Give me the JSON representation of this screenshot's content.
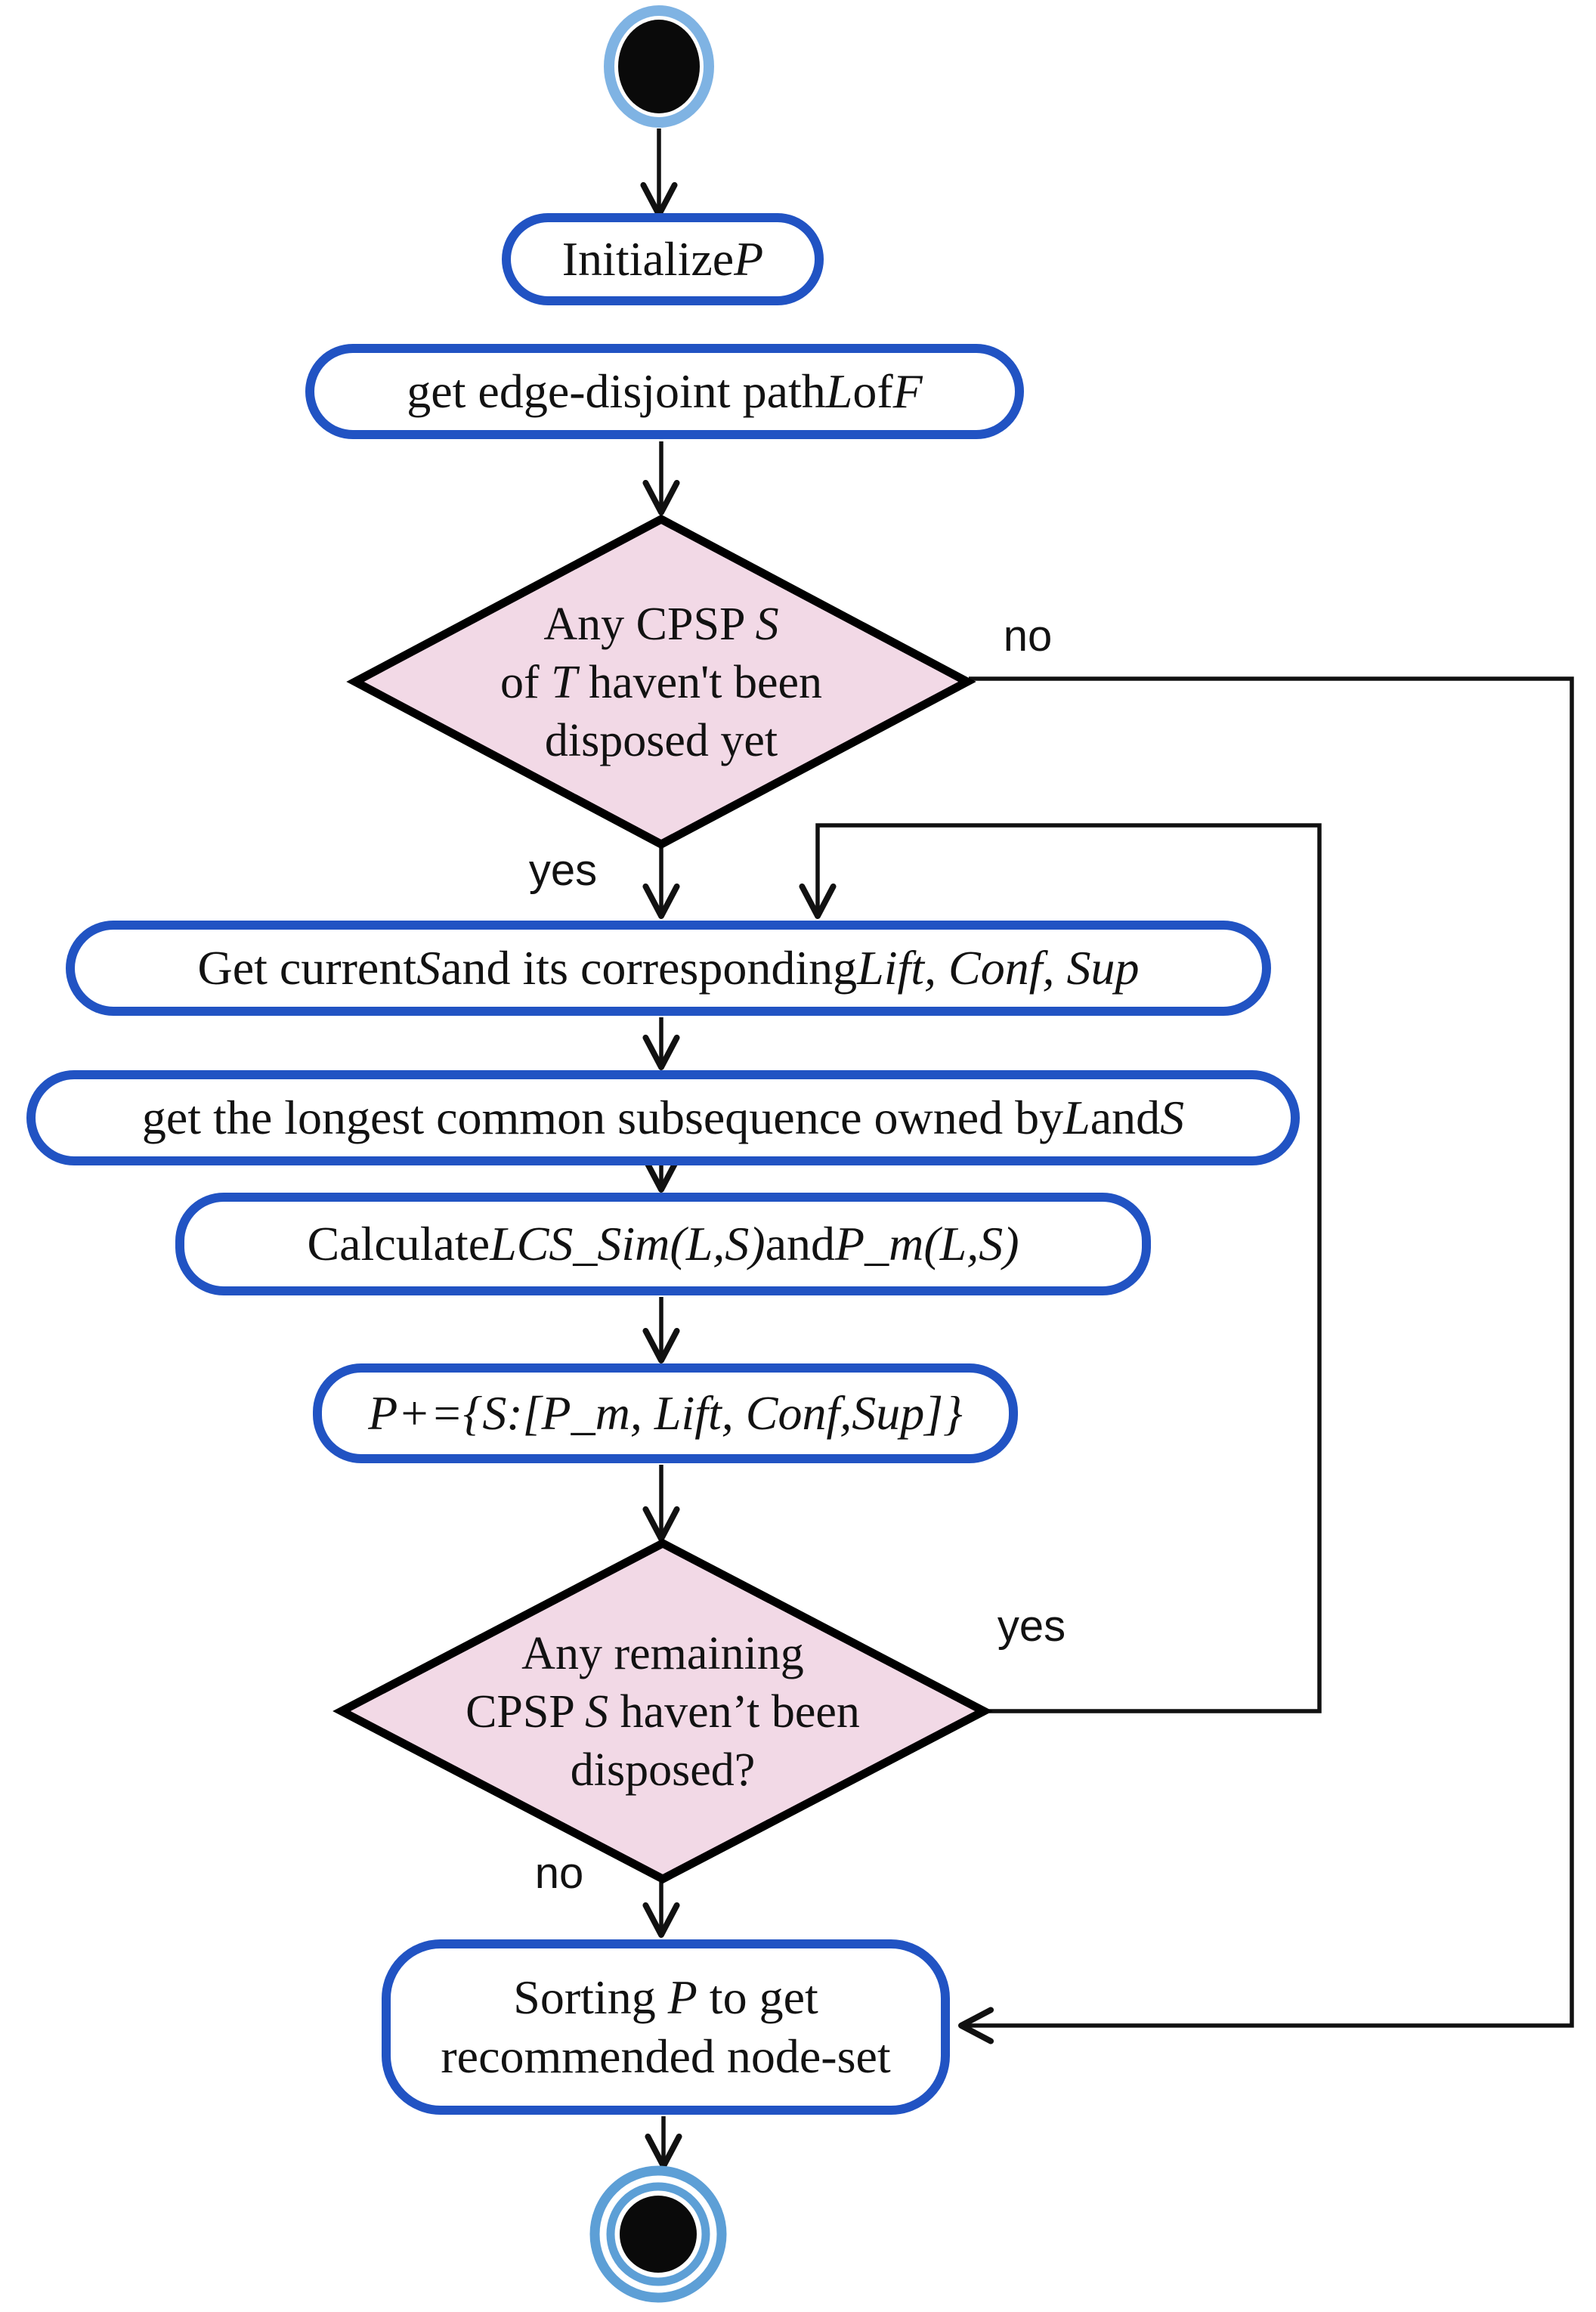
{
  "diagram": {
    "title_hint": "Activity flowchart for CPSP recommendation algorithm",
    "colors": {
      "process_border_blue": "#2153c3",
      "decision_fill_pink": "#f2d9e6",
      "decision_border": "#000000",
      "start_ring_blue": "#7fb3e3",
      "end_ring_blue": "#5d9fd6",
      "connector": "#111111",
      "text": "#121212",
      "background": "#ffffff"
    },
    "nodes": {
      "start": {
        "type": "initial-node"
      },
      "initialize": {
        "segments": [
          {
            "t": "Initialize "
          },
          {
            "t": "P",
            "i": 1
          }
        ]
      },
      "edge_disjoint": {
        "segments": [
          {
            "t": "get edge-disjoint path "
          },
          {
            "t": "L",
            "i": 1
          },
          {
            "t": " of "
          },
          {
            "t": "F",
            "i": 1
          }
        ]
      },
      "decision1": {
        "line1": [
          {
            "t": "Any CPSP "
          },
          {
            "t": "S",
            "i": 1
          }
        ],
        "line2": [
          {
            "t": "of "
          },
          {
            "t": "T",
            "i": 1
          },
          {
            "t": " haven't been"
          }
        ],
        "line3": [
          {
            "t": "disposed yet"
          }
        ]
      },
      "get_current": {
        "segments": [
          {
            "t": "Get current "
          },
          {
            "t": "S",
            "i": 1
          },
          {
            "t": " and its corresponding "
          },
          {
            "t": "Lift, Conf, Sup",
            "i": 1
          }
        ]
      },
      "longest_subsequence": {
        "segments": [
          {
            "t": "get the longest common subsequence owned by "
          },
          {
            "t": "L",
            "i": 1
          },
          {
            "t": " and "
          },
          {
            "t": "S",
            "i": 1
          }
        ]
      },
      "calculate": {
        "segments": [
          {
            "t": "Calculate "
          },
          {
            "t": "LCS_Sim(L,S)",
            "i": 1
          },
          {
            "t": " and  "
          },
          {
            "t": "P_m(L,S)",
            "i": 1
          }
        ]
      },
      "accumulate": {
        "segments": [
          {
            "t": "P+={S:[P_m, Lift, Conf,Sup]}",
            "i": 1
          }
        ]
      },
      "decision2": {
        "line1": [
          {
            "t": "Any remaining"
          }
        ],
        "line2": [
          {
            "t": "CPSP "
          },
          {
            "t": "S",
            "i": 1
          },
          {
            "t": " haven’t been"
          }
        ],
        "line3": [
          {
            "t": "disposed?"
          }
        ]
      },
      "sorting": {
        "line1": [
          {
            "t": "Sorting "
          },
          {
            "t": "P",
            "i": 1
          },
          {
            "t": " to get"
          }
        ],
        "line2": [
          {
            "t": "recommended node-set"
          }
        ]
      },
      "end": {
        "type": "final-node"
      }
    },
    "edge_labels": {
      "decision1_no": "no",
      "decision1_yes": "yes",
      "decision2_yes": "yes",
      "decision2_no": "no"
    }
  }
}
